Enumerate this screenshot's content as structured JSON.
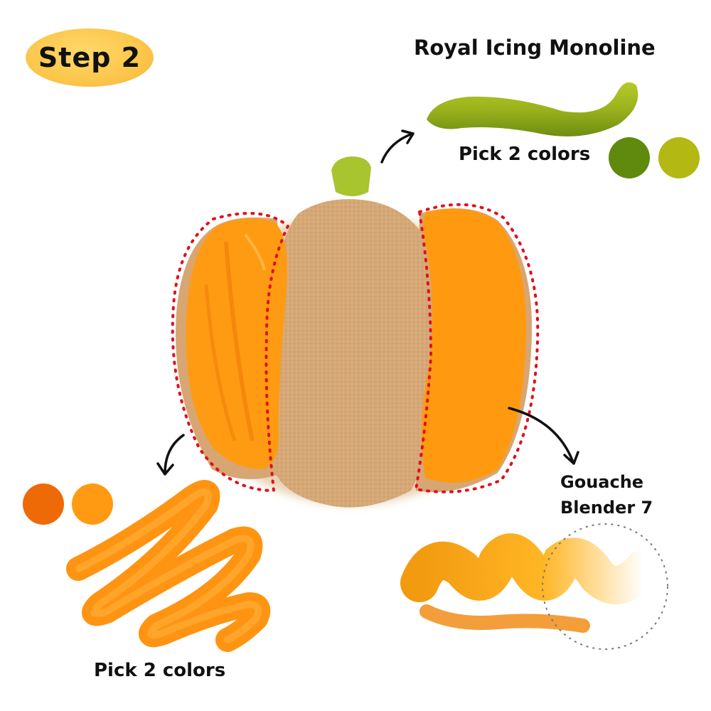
{
  "step": {
    "label": "Step 2"
  },
  "brush_top": {
    "name": "Royal Icing Monoline",
    "pick_label": "Pick 2 colors",
    "colors": [
      "#5f8a0e",
      "#b3b812"
    ]
  },
  "brush_bottom": {
    "pick_label": "Pick 2 colors",
    "colors": [
      "#ee6a06",
      "#ff9a12"
    ]
  },
  "blender": {
    "line1": "Gouache",
    "line2": "Blender 7"
  },
  "palette": {
    "cookie_base": "#d7a672",
    "orange_light": "#ff9d14",
    "orange_dark": "#f07f0a",
    "stem": "#a7c32c",
    "outline_dots": "#e0101e"
  },
  "icons": {
    "arrow_top": "curved-arrow-icon",
    "arrow_left": "curved-arrow-icon",
    "arrow_right": "curved-arrow-icon"
  }
}
